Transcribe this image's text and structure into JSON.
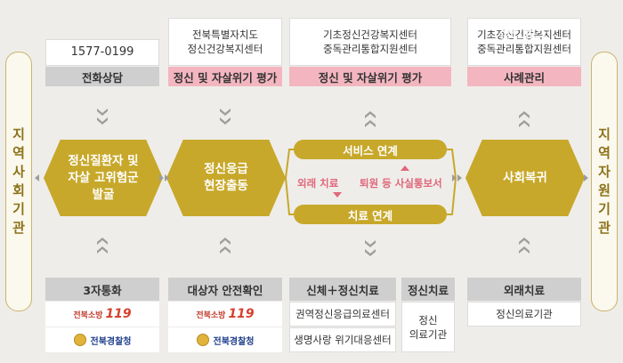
{
  "side_left": [
    "지",
    "역",
    "사",
    "회",
    "기",
    "관"
  ],
  "side_right": [
    "지",
    "역",
    "자",
    "원",
    "기",
    "관"
  ],
  "col1": {
    "top_text": "1577-0199",
    "bar": "전화상담",
    "hex": [
      "정신질환자 및",
      "자살 고위험군",
      "발굴"
    ],
    "bottom_bar": "3자통화",
    "logo_119": "전북소방",
    "logo_119_num": "119",
    "logo_police": "전북경찰청"
  },
  "col2": {
    "top_text": [
      "전북특별자치도",
      "정신건강복지센터"
    ],
    "bar": "정신 및 자살위기 평가",
    "hex": [
      "정신응급",
      "현장출동"
    ],
    "bottom_bar": "대상자 안전확인",
    "logo_119": "전북소방",
    "logo_119_num": "119",
    "logo_police": "전북경찰청"
  },
  "col3": {
    "top_text": [
      "기초정신건강복지센터",
      "중독관리통합지원센터"
    ],
    "bar": "정신 및 자살위기 평가",
    "service": "서비스 연계",
    "treatment": "치료 연계",
    "outpatient": "외래 치료",
    "discharge": "퇴원 등 사실통보서",
    "bottom_bar": "신체＋정신치료",
    "hospitals": [
      "권역정신응급의료센터",
      "생명사랑 위기대응센터"
    ]
  },
  "col3b": {
    "bottom_bar": "정신치료",
    "hospital": [
      "정신",
      "의료기관"
    ]
  },
  "col4": {
    "top_text": [
      "기초정신건강복지센터",
      "중독관리통합지원센터"
    ],
    "bar": "사례관리",
    "hex": "사회복귀",
    "bottom_bar": "외래치료",
    "hospital": "정신의료기관"
  },
  "watermark": "전민뉴스",
  "colors": {
    "gold": "#c7a82a",
    "pink": "#f3b6c0",
    "gray": "#cfcfcf",
    "red_text": "#e0677a"
  }
}
